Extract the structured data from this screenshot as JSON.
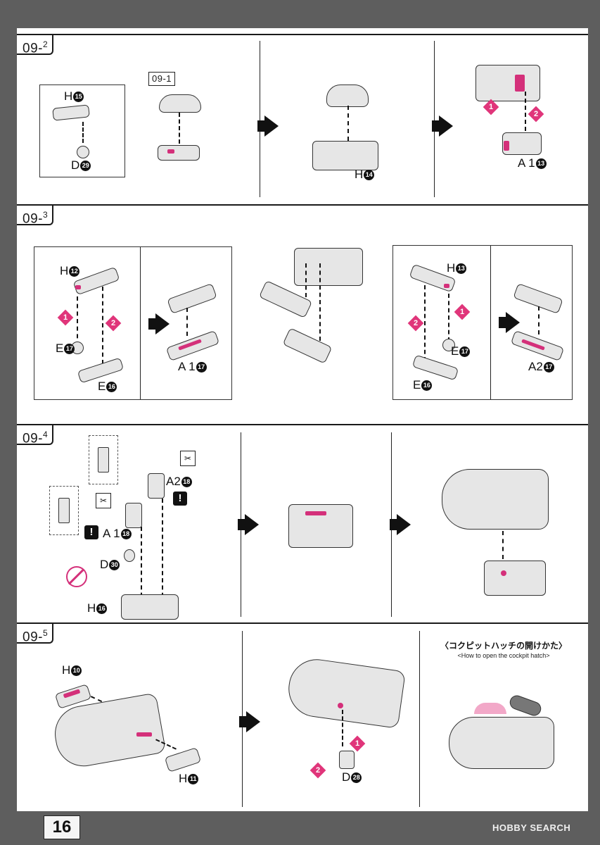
{
  "page_number": "16",
  "watermark": "HOBBY SEARCH",
  "steps": [
    {
      "id": "09-2",
      "num": "09-",
      "sub": "2"
    },
    {
      "id": "09-3",
      "num": "09-",
      "sub": "3"
    },
    {
      "id": "09-4",
      "num": "09-",
      "sub": "4"
    },
    {
      "id": "09-5",
      "num": "09-",
      "sub": "5"
    }
  ],
  "step2": {
    "ref_tag": "09-1",
    "parts": [
      "H",
      "D",
      "H",
      "A 1"
    ],
    "part_nums": [
      "15",
      "29",
      "14",
      "13"
    ],
    "badges": [
      "1",
      "2"
    ]
  },
  "step3": {
    "left": {
      "top": "H",
      "top_n": "12",
      "e1": "E",
      "e1_n": "17",
      "e2": "E",
      "e2_n": "16",
      "a": "A 1",
      "a_n": "17"
    },
    "right": {
      "top": "H",
      "top_n": "13",
      "e1": "E",
      "e1_n": "17",
      "e2": "E",
      "e2_n": "16",
      "a": "A2",
      "a_n": "17"
    },
    "badges": [
      "1",
      "2",
      "2",
      "1"
    ]
  },
  "step4": {
    "a2": "A2",
    "a2_n": "18",
    "a1": "A 1",
    "a1_n": "18",
    "d": "D",
    "d_n": "30",
    "h": "H",
    "h_n": "16",
    "warn": "!"
  },
  "step5": {
    "h10": "H",
    "h10_n": "10",
    "h11": "H",
    "h11_n": "11",
    "d": "D",
    "d_n": "28",
    "badges": [
      "1",
      "2"
    ],
    "hatch_title": "〈コクピットハッチの開けかた〉",
    "hatch_sub": "<How to open the cockpit hatch>"
  },
  "colors": {
    "accent": "#d4307a",
    "ink": "#111111",
    "frame": "#5e5e5e"
  }
}
